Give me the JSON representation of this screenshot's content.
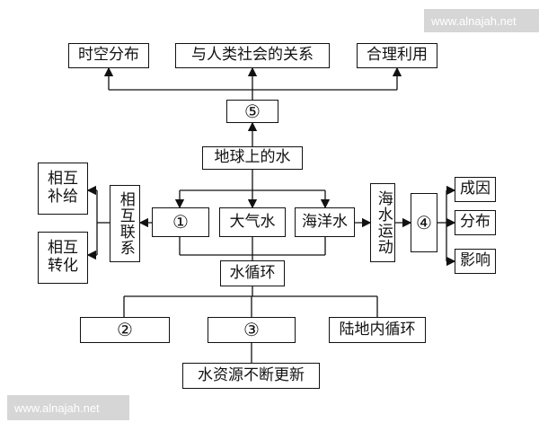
{
  "watermark": "www.alnajah.net",
  "nodes": {
    "spatiotemporal": "时空分布",
    "human_relation": "与人类社会的关系",
    "rational_use": "合理利用",
    "n5": "⑤",
    "earth_water": "地球上的水",
    "mutual_link": "相互联系",
    "mutual_supply": "相互补给",
    "mutual_transform": "相互转化",
    "n1": "①",
    "atmos_water": "大气水",
    "ocean_water": "海洋水",
    "ocean_motion": "海水运动",
    "n4": "④",
    "cause": "成因",
    "distribution": "分布",
    "influence": "影响",
    "water_cycle": "水循环",
    "n2": "②",
    "n3": "③",
    "land_cycle": "陆地内循环",
    "renewal": "水资源不断更新"
  }
}
